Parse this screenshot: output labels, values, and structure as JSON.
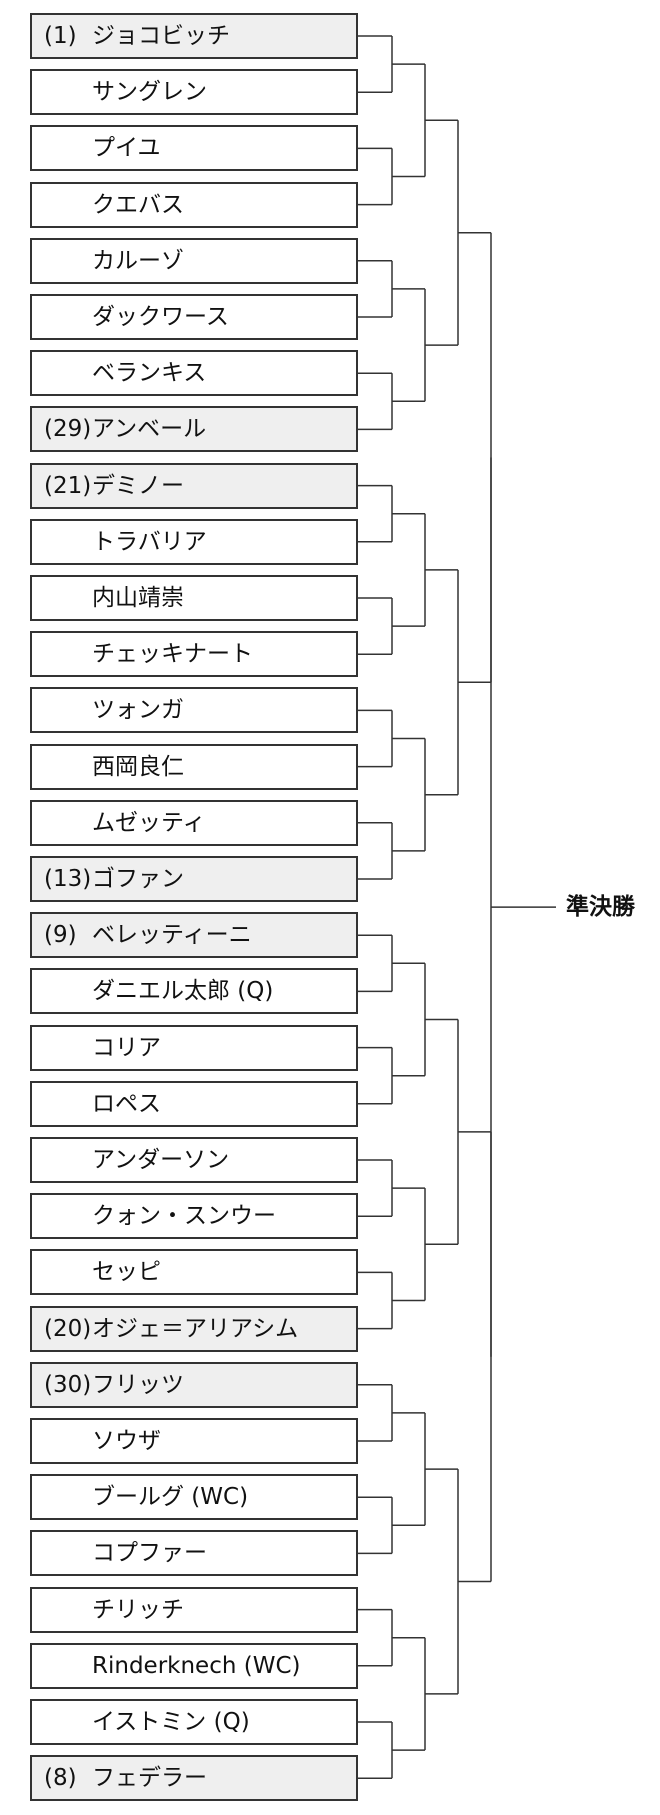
{
  "final_label": "準決勝",
  "entries": [
    {
      "seed": "(1)",
      "name": "ジョコビッチ"
    },
    {
      "seed": "",
      "name": "サングレン"
    },
    {
      "seed": "",
      "name": "プイユ"
    },
    {
      "seed": "",
      "name": "クエバス"
    },
    {
      "seed": "",
      "name": "カルーゾ"
    },
    {
      "seed": "",
      "name": "ダックワース"
    },
    {
      "seed": "",
      "name": "ベランキス"
    },
    {
      "seed": "(29)",
      "name": "アンベール"
    },
    {
      "seed": "(21)",
      "name": "デミノー"
    },
    {
      "seed": "",
      "name": "トラバリア"
    },
    {
      "seed": "",
      "name": "内山靖崇"
    },
    {
      "seed": "",
      "name": "チェッキナート"
    },
    {
      "seed": "",
      "name": "ツォンガ"
    },
    {
      "seed": "",
      "name": "西岡良仁"
    },
    {
      "seed": "",
      "name": "ムゼッティ"
    },
    {
      "seed": "(13)",
      "name": "ゴファン"
    },
    {
      "seed": "(9)",
      "name": "ベレッティーニ"
    },
    {
      "seed": "",
      "name": "ダニエル太郎 (Q)"
    },
    {
      "seed": "",
      "name": "コリア"
    },
    {
      "seed": "",
      "name": "ロペス"
    },
    {
      "seed": "",
      "name": "アンダーソン"
    },
    {
      "seed": "",
      "name": "クォン・スンウー"
    },
    {
      "seed": "",
      "name": "セッピ"
    },
    {
      "seed": "(20)",
      "name": "オジェ＝アリアシム"
    },
    {
      "seed": "(30)",
      "name": "フリッツ"
    },
    {
      "seed": "",
      "name": "ソウザ"
    },
    {
      "seed": "",
      "name": "ブールグ (WC)"
    },
    {
      "seed": "",
      "name": "コプファー"
    },
    {
      "seed": "",
      "name": "チリッチ"
    },
    {
      "seed": "",
      "name": "Rinderknech (WC)"
    },
    {
      "seed": "",
      "name": "イストミン (Q)"
    },
    {
      "seed": "(8)",
      "name": "フェデラー"
    }
  ]
}
